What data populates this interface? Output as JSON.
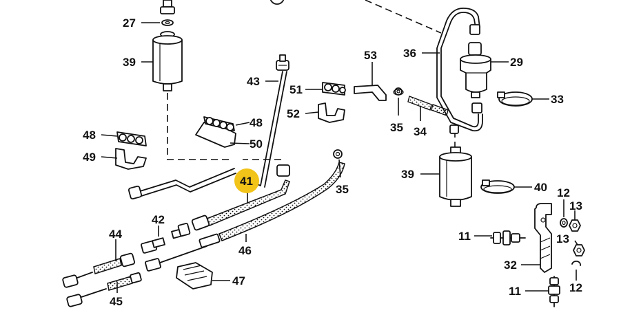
{
  "diagram": {
    "highlight_color": "#f2c318",
    "highlighted_part": "41",
    "callouts": {
      "c27": "27",
      "c39a": "39",
      "c43": "43",
      "c48a": "48",
      "c50": "50",
      "c48b": "48",
      "c49": "49",
      "c51": "51",
      "c52": "52",
      "c53": "53",
      "c36": "36",
      "c29": "29",
      "c33": "33",
      "c35a": "35",
      "c34": "34",
      "c39b": "39",
      "c40": "40",
      "c41": "41",
      "c35b": "35",
      "c42": "42",
      "c44": "44",
      "c46": "46",
      "c45": "45",
      "c47": "47",
      "c12a": "12",
      "c13a": "13",
      "c11a": "11",
      "c13b": "13",
      "c32": "32",
      "c12b": "12",
      "c11b": "11"
    }
  }
}
